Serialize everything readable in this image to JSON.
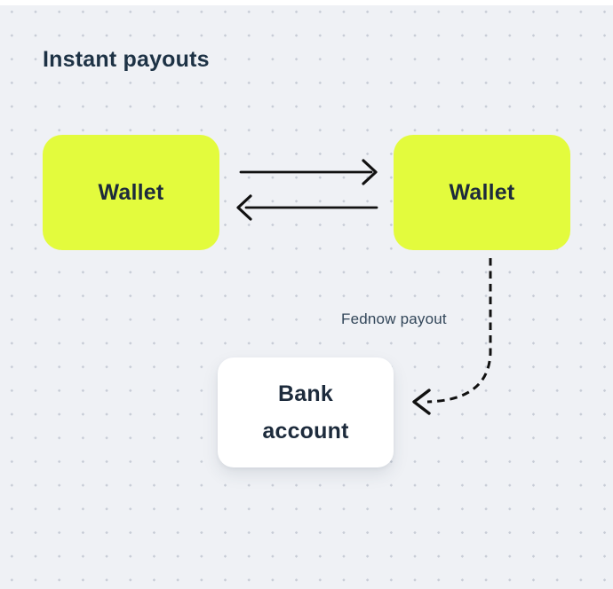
{
  "title": "Instant payouts",
  "colors": {
    "background": "#eff1f5",
    "grid_dot": "#c7ccd6",
    "node_yellow": "#e3fb3d",
    "node_white": "#ffffff",
    "text_dark_navy": "#1d3245",
    "edge_black": "#111111",
    "edge_label_gray": "#33475a"
  },
  "nodes": {
    "wallet_left": {
      "label": "Wallet",
      "fill": "#e3fb3d"
    },
    "wallet_right": {
      "label": "Wallet",
      "fill": "#e3fb3d"
    },
    "bank": {
      "lines": [
        "Bank",
        "account"
      ],
      "fill": "#ffffff"
    }
  },
  "edges": {
    "wallet_transfer_right": {
      "style": "solid",
      "direction": "right",
      "from": "wallet_left",
      "to": "wallet_right"
    },
    "wallet_transfer_left": {
      "style": "solid",
      "direction": "left",
      "from": "wallet_right",
      "to": "wallet_left"
    },
    "fednow": {
      "style": "dashed",
      "direction": "left",
      "from": "wallet_right",
      "to": "bank",
      "label": "Fednow payout"
    }
  }
}
